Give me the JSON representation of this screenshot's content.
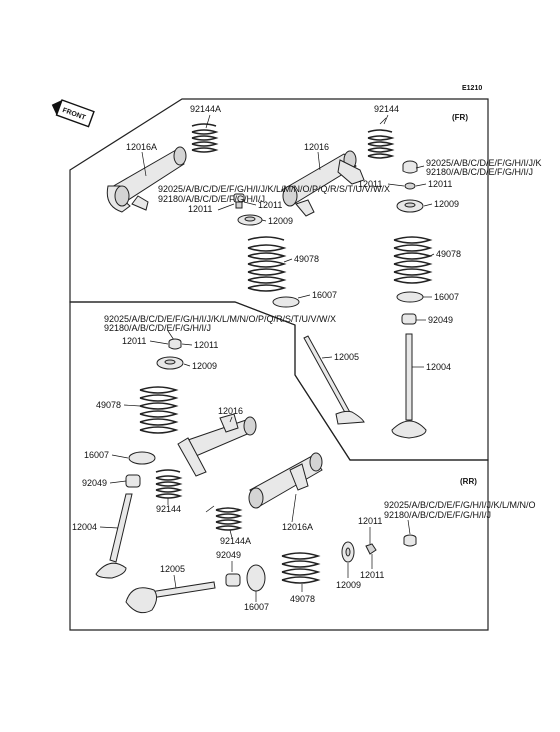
{
  "page_code": "E1210",
  "front_badge": "FRONT",
  "sections": {
    "front": "(FR)",
    "rear": "(RR)"
  },
  "labels": {
    "fr_92144A": "92144A",
    "fr_92144": "92144",
    "fr_12016A": "12016A",
    "fr_12016": "12016",
    "fr_cap_92025_right": "92025/A/B/C/D/E/F/G/H/I/J/K",
    "fr_cap_92180_right": "92180/A/B/C/D/E/F/G/H/I/J",
    "fr_12011_r": "12011",
    "fr_12011_r2": "12011",
    "fr_cap_92025_mid": "92025/A/B/C/D/E/F/G/H/I/J/K/L/M/N/O/P/Q/R/S/T/U/V/W/X",
    "fr_cap_92180_mid": "92180/A/B/C/D/E/F/G/H/I/J",
    "fr_12011_m": "12011",
    "fr_12011_m2": "12011",
    "fr_12009_m": "12009",
    "fr_12009_r": "12009",
    "fr_49078_m": "49078",
    "fr_49078_r": "49078",
    "fr_16007_m": "16007",
    "fr_16007_r": "16007",
    "fr_92049_r": "92049",
    "fr_12005": "12005",
    "fr_12004": "12004",
    "rr_cap_92025_l": "92025/A/B/C/D/E/F/G/H/I/J/K/L/M/N/O/P/Q/R/S/T/U/V/W/X",
    "rr_cap_92180_l": "92180/A/B/C/D/E/F/G/H/I/J",
    "rr_12011_a": "12011",
    "rr_12011_b": "12011",
    "rr_12009_l": "12009",
    "rr_49078_l": "49078",
    "rr_12016": "12016",
    "rr_16007_l": "16007",
    "rr_92049_l": "92049",
    "rr_92144": "92144",
    "rr_12004": "12004",
    "rr_92144A": "92144A",
    "rr_12016A": "12016A",
    "rr_92049_b": "92049",
    "rr_12005": "12005",
    "rr_16007_b": "16007",
    "rr_49078_b": "49078",
    "rr_12009_b": "12009",
    "rr_12011_c": "12011",
    "rr_12011_d": "12011",
    "rr_cap_92025_r": "92025/A/B/C/D/E/F/G/H/I/J/K/L/M/N/O",
    "rr_cap_92180_r": "92180/A/B/C/D/E/F/G/H/I/J"
  }
}
